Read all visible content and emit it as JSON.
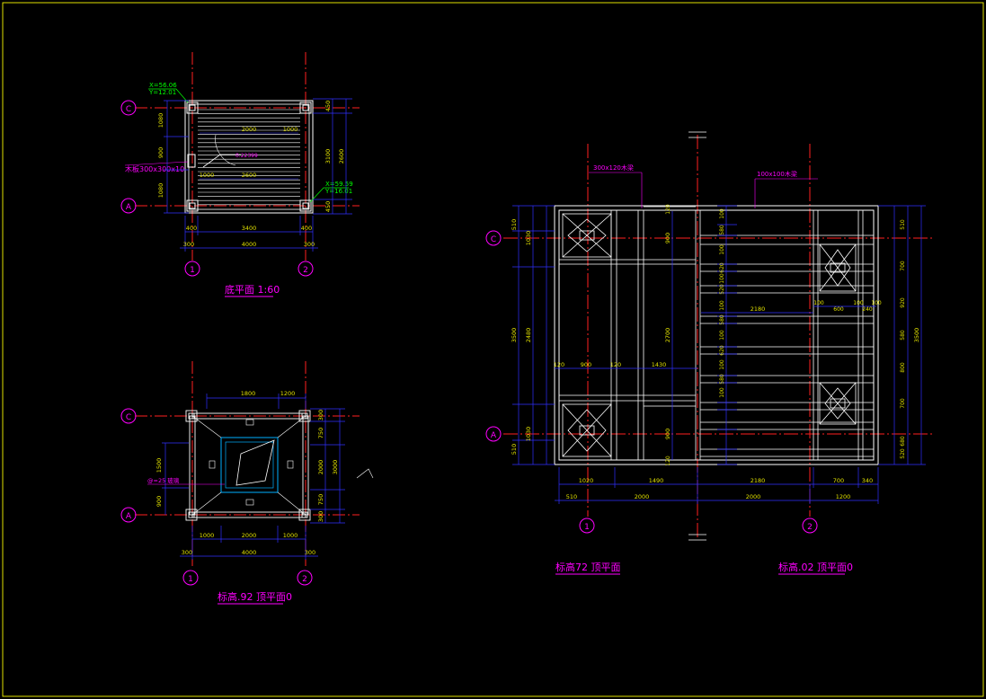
{
  "colors": {
    "background": "#000000",
    "border": "#e0e000",
    "axis": "#ff2020",
    "dim": "#3030ff",
    "text_dim": "#e0e000",
    "label": "#ff00ff",
    "struct": "#ffffff",
    "coord": "#00ff00"
  },
  "plan1": {
    "title": "底平面  1:60",
    "axis_c": "C",
    "axis_a": "A",
    "axis_1": "1",
    "axis_2": "2",
    "coord_top_x": "X=56.06",
    "coord_top_y": "Y=12.01",
    "coord_bot_x": "X=59.59",
    "coord_bot_y": "Y=16.01",
    "material": "木板300x300x10",
    "slope": "0.22399",
    "dim_left_top": "1080",
    "dim_left_mid": "900",
    "dim_left_bot": "1080",
    "dim_right_a": "450",
    "dim_right_b": "2600",
    "dim_right_c": "450",
    "dim_right_total": "3100",
    "inner_top_1": "2000",
    "inner_top_2": "1000",
    "inner_bot_1": "1000",
    "inner_bot_2": "2600",
    "bottom_seg_1": "400",
    "bottom_seg_2": "3400",
    "bottom_seg_3": "400",
    "bottom_out_1": "300",
    "bottom_total": "4000",
    "bottom_out_2": "300"
  },
  "plan2": {
    "title": "标高.92 顶平面0",
    "axis_c": "C",
    "axis_a": "A",
    "axis_1": "1",
    "axis_2": "2",
    "top_1": "1800",
    "top_2": "1200",
    "left_1": "1500",
    "left_2": "900",
    "note": "@=25 玻璃",
    "right_1": "300",
    "right_2": "750",
    "right_3": "2000",
    "right_4": "750",
    "right_5": "300",
    "right_total": "3000",
    "bottom_1": "1000",
    "bottom_2": "2000",
    "bottom_3": "1000",
    "bottom_out_1": "300",
    "bottom_total": "4000",
    "bottom_out_2": "300"
  },
  "plan3": {
    "title_left": "标高72  顶平面",
    "title_right": "标高.02 顶平面0",
    "axis_c": "C",
    "axis_a": "A",
    "axis_1": "1",
    "axis_2": "2",
    "beam_1": "300x120木梁",
    "beam_2": "100x100木梁",
    "left_out_1": "510",
    "left_1": "1030",
    "left_total": "3500",
    "left_2": "2480",
    "left_3": "1030",
    "left_out_2": "510",
    "mid_1": "900",
    "mid_2": "2700",
    "mid_3": "900",
    "inner_1": "120",
    "inner_2": "900",
    "inner_3": "120",
    "inner_4": "1430",
    "small_120": "120",
    "right_col": [
      "100",
      "580",
      "100",
      "620",
      "100",
      "520",
      "100",
      "580",
      "100",
      "620",
      "100",
      "580",
      "100"
    ],
    "right_2": [
      "510",
      "700",
      "920",
      "580",
      "800",
      "700",
      "680",
      "520"
    ],
    "right_total": "3500",
    "d_2180": "2180",
    "d_100": "100",
    "d_600": "600",
    "d_240": "240",
    "bottom_1": "1020",
    "bottom_2": "1490",
    "bottom_3": "2180",
    "bottom_4": "700",
    "bottom_5": "340",
    "bottom_out": "510",
    "bottom_a": "2000",
    "bottom_b": "2000",
    "bottom_c": "1200"
  }
}
